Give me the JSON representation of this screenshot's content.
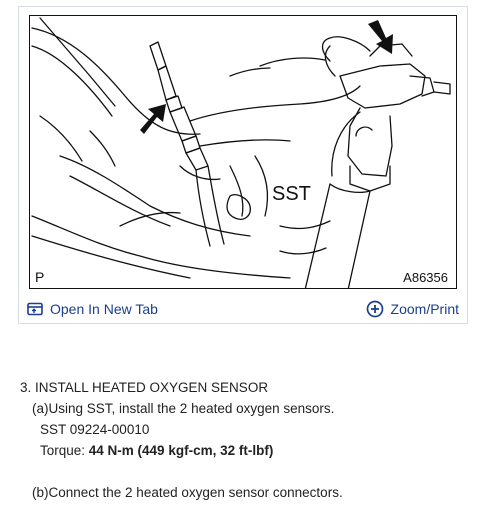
{
  "figure": {
    "letter": "P",
    "code": "A86356",
    "sst_label": "SST"
  },
  "toolbar": {
    "open_tab_label": "Open In New Tab",
    "zoom_label": "Zoom/Print",
    "link_color": "#1a3f8f"
  },
  "instructions": {
    "step_title": "3. INSTALL HEATED OXYGEN SENSOR",
    "step_a": "(a)Using SST, install the 2 heated oxygen sensors.",
    "sst_number": "SST 09224-00010",
    "torque_label": "Torque: ",
    "torque_value": "44 N-m (449 kgf-cm, 32 ft-lbf)",
    "step_b": "(b)Connect the 2 heated oxygen sensor connectors."
  }
}
